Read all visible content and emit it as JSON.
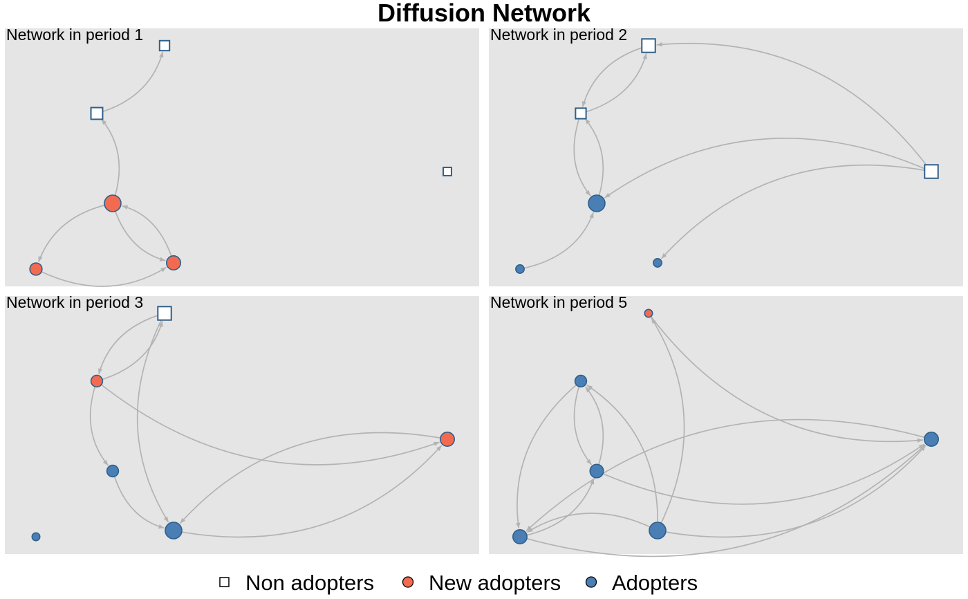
{
  "title": "Diffusion Network",
  "colors": {
    "panel_background": "#e5e5e5",
    "edge": "#b3b3b3",
    "node_stroke": "#2f5f8a",
    "non_adopter_fill": "#ffffff",
    "new_adopter_fill": "#f26b51",
    "adopter_fill": "#4a7fb5"
  },
  "legend": [
    {
      "label": "Non adopters",
      "status": "non",
      "shape": "square"
    },
    {
      "label": "New adopters",
      "status": "new",
      "shape": "circle"
    },
    {
      "label": "Adopters",
      "status": "adopter",
      "shape": "circle"
    }
  ],
  "panels": [
    {
      "label": "Network in period 1",
      "nodes": [
        {
          "id": "A",
          "status": "non",
          "weight": 1.0
        },
        {
          "id": "B",
          "status": "non",
          "weight": 1.3
        },
        {
          "id": "C",
          "status": "new",
          "weight": 2.0
        },
        {
          "id": "D",
          "status": "new",
          "weight": 1.3
        },
        {
          "id": "E",
          "status": "new",
          "weight": 1.6
        },
        {
          "id": "F",
          "status": "non",
          "weight": 0.7
        }
      ],
      "edges": [
        [
          "C",
          "B"
        ],
        [
          "B",
          "A"
        ],
        [
          "C",
          "D"
        ],
        [
          "C",
          "E"
        ],
        [
          "D",
          "E"
        ],
        [
          "E",
          "C"
        ]
      ]
    },
    {
      "label": "Network in period 2",
      "nodes": [
        {
          "id": "A",
          "status": "non",
          "weight": 1.6
        },
        {
          "id": "B",
          "status": "non",
          "weight": 1.1
        },
        {
          "id": "C",
          "status": "adopter",
          "weight": 2.0
        },
        {
          "id": "D",
          "status": "adopter",
          "weight": 0.7
        },
        {
          "id": "E",
          "status": "adopter",
          "weight": 0.7
        },
        {
          "id": "F",
          "status": "non",
          "weight": 1.6
        }
      ],
      "edges": [
        [
          "A",
          "B"
        ],
        [
          "B",
          "A"
        ],
        [
          "C",
          "B"
        ],
        [
          "B",
          "C"
        ],
        [
          "D",
          "C"
        ],
        [
          "F",
          "A"
        ],
        [
          "F",
          "C"
        ],
        [
          "F",
          "E"
        ]
      ]
    },
    {
      "label": "Network in period 3",
      "nodes": [
        {
          "id": "A",
          "status": "non",
          "weight": 1.6
        },
        {
          "id": "B",
          "status": "new",
          "weight": 1.2
        },
        {
          "id": "C",
          "status": "adopter",
          "weight": 1.2
        },
        {
          "id": "D",
          "status": "adopter",
          "weight": 0.6
        },
        {
          "id": "E",
          "status": "adopter",
          "weight": 2.0
        },
        {
          "id": "F",
          "status": "new",
          "weight": 1.6
        }
      ],
      "edges": [
        [
          "A",
          "B"
        ],
        [
          "B",
          "A"
        ],
        [
          "B",
          "F"
        ],
        [
          "B",
          "C"
        ],
        [
          "C",
          "E"
        ],
        [
          "A",
          "E"
        ],
        [
          "F",
          "E"
        ],
        [
          "E",
          "F"
        ]
      ]
    },
    {
      "label": "Network in period 5",
      "nodes": [
        {
          "id": "A",
          "status": "new",
          "weight": 0.6
        },
        {
          "id": "B",
          "status": "adopter",
          "weight": 1.2
        },
        {
          "id": "C",
          "status": "adopter",
          "weight": 1.5
        },
        {
          "id": "D",
          "status": "adopter",
          "weight": 1.6
        },
        {
          "id": "E",
          "status": "adopter",
          "weight": 2.0
        },
        {
          "id": "F",
          "status": "adopter",
          "weight": 1.6
        }
      ],
      "edges": [
        [
          "A",
          "F"
        ],
        [
          "E",
          "A"
        ],
        [
          "B",
          "C"
        ],
        [
          "C",
          "B"
        ],
        [
          "B",
          "D"
        ],
        [
          "E",
          "B"
        ],
        [
          "D",
          "F"
        ],
        [
          "F",
          "D"
        ],
        [
          "C",
          "F"
        ],
        [
          "E",
          "F"
        ],
        [
          "E",
          "D"
        ],
        [
          "D",
          "C"
        ]
      ]
    }
  ]
}
